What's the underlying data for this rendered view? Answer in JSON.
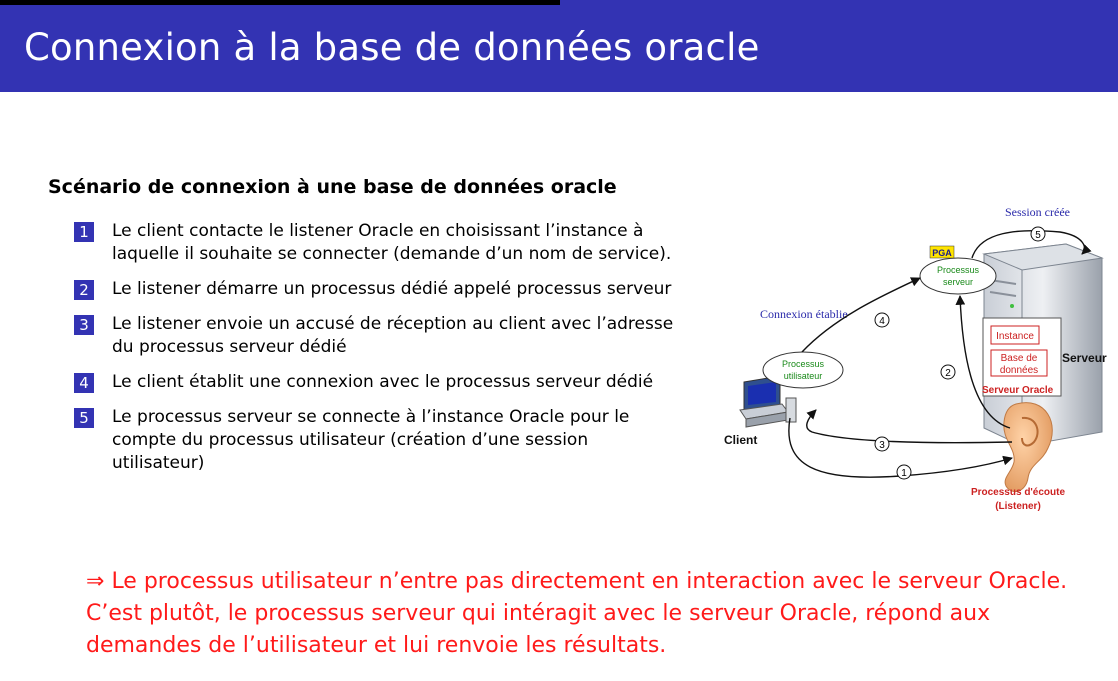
{
  "header": {
    "title": "Connexion à la base de données oracle"
  },
  "section_title": "Scénario de connexion à une base de données oracle",
  "steps": [
    {
      "num": "1",
      "text": "Le client contacte le listener Oracle en choisissant l’instance à laquelle il souhaite se connecter (demande d’un nom de service)."
    },
    {
      "num": "2",
      "text": "Le listener démarre un processus dédié appelé processus serveur"
    },
    {
      "num": "3",
      "text": "Le listener envoie un accusé de réception au client avec l’adresse du processus serveur dédié"
    },
    {
      "num": "4",
      "text": "Le client établit une connexion avec le processus serveur dédié"
    },
    {
      "num": "5",
      "text": "Le processus serveur se connecte à l’instance Oracle pour le compte du processus utilisateur (création d’une session utilisateur)"
    }
  ],
  "conclusion": {
    "arrow": "⇒",
    "text": "Le processus utilisateur n’entre pas directement en interaction avec le serveur Oracle. C’est plutôt, le processus serveur qui intéragit avec le serveur Oracle, répond aux demandes de l’utilisateur et lui renvoie les résultats."
  },
  "diagram": {
    "session_label": "Session créée",
    "pga_label": "PGA",
    "server_process_line1": "Processus",
    "server_process_line2": "serveur",
    "connection_label": "Connexion établie",
    "user_process_line1": "Processus",
    "user_process_line2": "utilisateur",
    "instance_label": "Instance",
    "database_line1": "Base de",
    "database_line2": "données",
    "oracle_server_label": "Serveur Oracle",
    "server_label": "Serveur",
    "client_label": "Client",
    "listener_line1": "Processus d'écoute",
    "listener_line2": "(Listener)",
    "step_markers": [
      "1",
      "2",
      "3",
      "4",
      "5"
    ]
  }
}
